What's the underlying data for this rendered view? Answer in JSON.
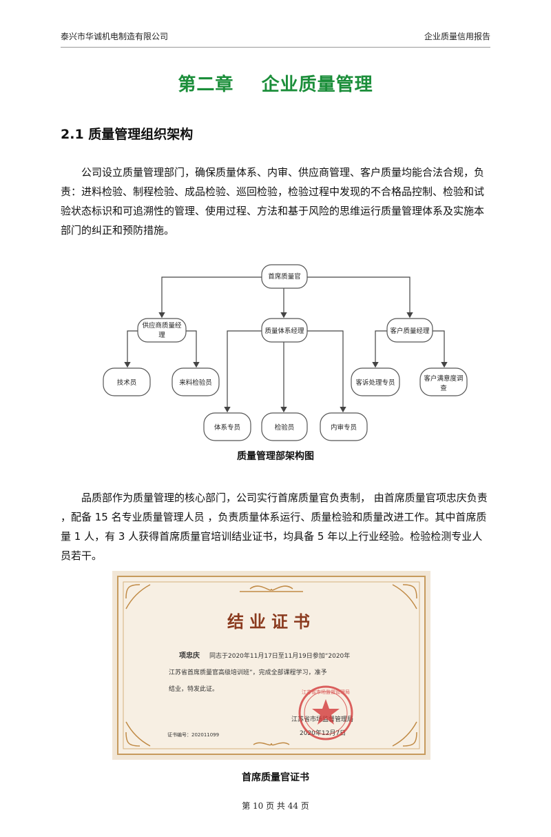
{
  "header": {
    "company": "泰兴市华诚机电制造有限公司",
    "report": "企业质量信用报告"
  },
  "chapter_title": "第二章    企业质量管理",
  "section_title": "2.1 质量管理组织架构",
  "paragraph1": "公司设立质量管理部门，确保质量体系、内审、供应商管理、客户质量均能合法合规，负责：进料检验、制程检验、成品检验、巡回检验，检验过程中发现的不合格品控制、检验和试验状态标识和可追溯性的管理、使用过程、方法和基于风险的思维运行质量管理体系及实施本部门的纠正和预防措施。",
  "org_chart": {
    "root": "首席质量官",
    "supplier_manager_line1": "供应商质量经",
    "supplier_manager_line2": "理",
    "system_manager": "质量体系经理",
    "customer_manager": "客户质量经理",
    "technician": "技术员",
    "incoming_inspector": "来料检验员",
    "complaint_specialist": "客诉处理专员",
    "satisfaction_line1": "客户满意度调",
    "satisfaction_line2": "查",
    "system_specialist": "体系专员",
    "inspector": "检验员",
    "audit_specialist": "内审专员"
  },
  "caption1": "质量管理部架构图",
  "paragraph2": "品质部作为质量管理的核心部门，公司实行首席质量官负责制， 由首席质量官项忠庆负责 ，配备 15 名专业质量管理人员 ，负责质量体系运行、质量检验和质量改进工作。其中首席质量 1 人，有 3 人获得首席质量官培训结业证书，均具备 5 年以上行业经验。检验检测专业人员若干。",
  "certificate": {
    "title": "结业证书",
    "name": "项忠庆",
    "line1_rest": "同志于2020年11月17日至11月19日参加“2020年",
    "line2": "江苏省首席质量官高级培训班”，完成全部课程学习，准予",
    "line3": "结业，特发此证。",
    "issuer": "江苏省市场监督管理局",
    "date": "2020年12月7日",
    "cert_no": "证书编号：202011099",
    "seal_text": "江苏省市场监督管理局"
  },
  "caption2": "首席质量官证书",
  "footer": "第 10 页 共 44 页"
}
